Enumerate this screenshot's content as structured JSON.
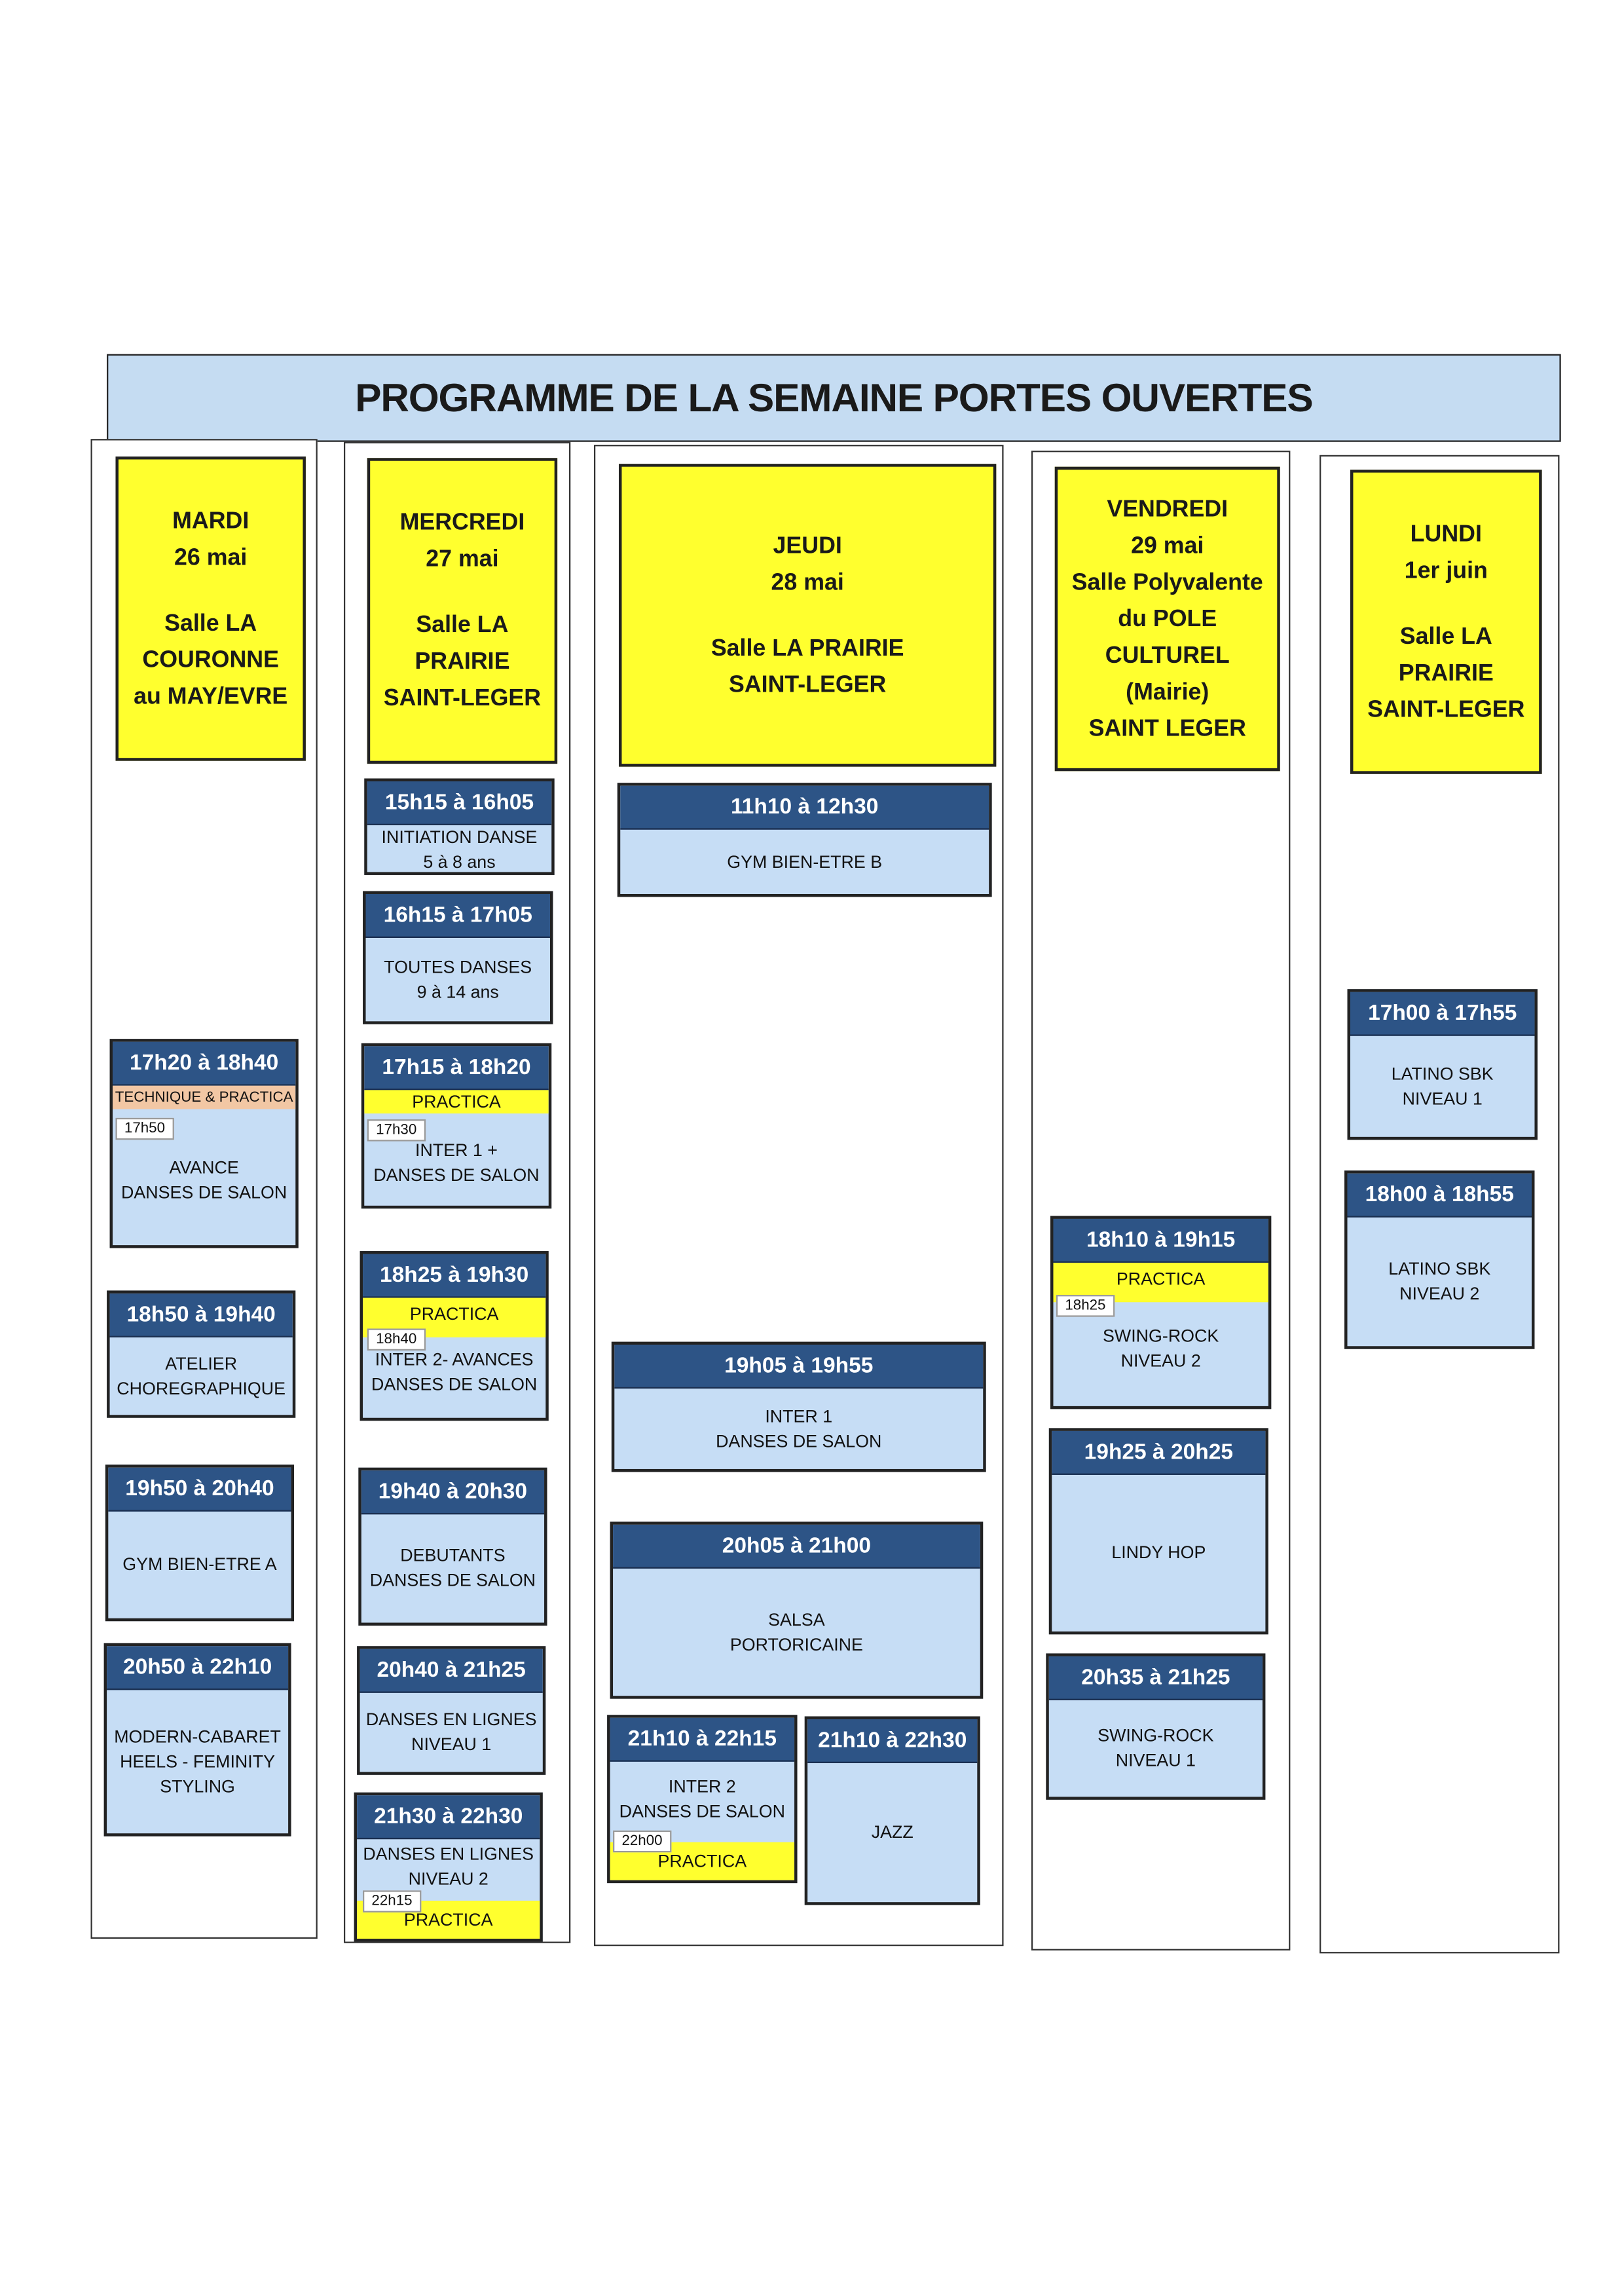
{
  "title": "PROGRAMME DE LA SEMAINE PORTES OUVERTES",
  "colors": {
    "title_bg": "#c5dcf2",
    "day_header": "#ffff2e",
    "time_header": "#2d5486",
    "session_bg": "#c6ddf5",
    "practica": "#ffff2e",
    "technique": "#f2c7a4"
  },
  "days": [
    {
      "day": "MARDI",
      "date": "26 mai",
      "venue": [
        "Salle LA",
        "COURONNE",
        "au MAY/EVRE"
      ],
      "sessions": [
        {
          "time": "17h20 à 18h40",
          "band": "TECHNIQUE & PRACTICA",
          "band_color": "orange",
          "tag": "17h50",
          "lines": [
            "AVANCE",
            "DANSES DE SALON"
          ]
        },
        {
          "time": "18h50 à 19h40",
          "lines": [
            "ATELIER",
            "CHOREGRAPHIQUE"
          ]
        },
        {
          "time": "19h50 à 20h40",
          "lines": [
            "GYM BIEN-ETRE A"
          ]
        },
        {
          "time": "20h50 à 22h10",
          "lines": [
            "MODERN-CABARET",
            "HEELS - FEMINITY",
            "STYLING"
          ]
        }
      ]
    },
    {
      "day": "MERCREDI",
      "date": "27 mai",
      "venue": [
        "Salle LA",
        "PRAIRIE",
        "SAINT-LEGER"
      ],
      "sessions": [
        {
          "time": "15h15 à 16h05",
          "lines": [
            "INITIATION DANSE",
            "5 à 8 ans"
          ]
        },
        {
          "time": "16h15 à 17h05",
          "lines": [
            "TOUTES DANSES",
            "9 à 14 ans"
          ]
        },
        {
          "time": "17h15 à 18h20",
          "band": "PRACTICA",
          "band_color": "yellow",
          "tag": "17h30",
          "lines": [
            "INTER 1 +",
            "DANSES DE SALON"
          ]
        },
        {
          "time": "18h25 à 19h30",
          "band": "PRACTICA",
          "band_color": "yellow",
          "tag": "18h40",
          "lines": [
            "INTER 2- AVANCES",
            "DANSES DE SALON"
          ]
        },
        {
          "time": "19h40 à 20h30",
          "lines": [
            "DEBUTANTS",
            "DANSES DE SALON"
          ]
        },
        {
          "time": "20h40 à 21h25",
          "lines": [
            "DANSES EN LIGNES",
            "NIVEAU 1"
          ]
        },
        {
          "time": "21h30 à 22h30",
          "band": "PRACTICA",
          "band_color": "yellow",
          "tag": "22h15",
          "lines": [
            "DANSES EN LIGNES",
            "NIVEAU 2"
          ]
        }
      ]
    },
    {
      "day": "JEUDI",
      "date": "28 mai",
      "venue": [
        "Salle LA PRAIRIE",
        "SAINT-LEGER"
      ],
      "sessions": [
        {
          "time": "11h10 à 12h30",
          "lines": [
            "GYM BIEN-ETRE B"
          ]
        },
        {
          "time": "19h05 à 19h55",
          "lines": [
            "INTER 1",
            "DANSES DE SALON"
          ]
        },
        {
          "time": "20h05 à 21h00",
          "lines": [
            "SALSA",
            "PORTORICAINE"
          ]
        },
        {
          "time": "21h10 à 22h15",
          "band": "PRACTICA",
          "band_color": "yellow",
          "tag": "22h00",
          "lines": [
            "INTER 2",
            "DANSES DE SALON"
          ]
        },
        {
          "time": "21h10 à 22h30",
          "lines": [
            "JAZZ"
          ]
        }
      ]
    },
    {
      "day": "VENDREDI",
      "date": "29 mai",
      "venue": [
        "Salle Polyvalente",
        "du POLE",
        "CULTUREL",
        "(Mairie)",
        "SAINT LEGER"
      ],
      "sessions": [
        {
          "time": "18h10 à 19h15",
          "band": "PRACTICA",
          "band_color": "yellow",
          "tag": "18h25",
          "lines": [
            "SWING-ROCK",
            "NIVEAU 2"
          ]
        },
        {
          "time": "19h25 à 20h25",
          "lines": [
            "LINDY HOP"
          ]
        },
        {
          "time": "20h35 à 21h25",
          "lines": [
            "SWING-ROCK",
            "NIVEAU 1"
          ]
        }
      ]
    },
    {
      "day": "LUNDI",
      "date": "1er juin",
      "venue": [
        "Salle LA",
        "PRAIRIE",
        "SAINT-LEGER"
      ],
      "sessions": [
        {
          "time": "17h00 à 17h55",
          "lines": [
            "LATINO SBK",
            "NIVEAU 1"
          ]
        },
        {
          "time": "18h00 à 18h55",
          "lines": [
            "LATINO SBK",
            "NIVEAU 2"
          ]
        }
      ]
    }
  ]
}
